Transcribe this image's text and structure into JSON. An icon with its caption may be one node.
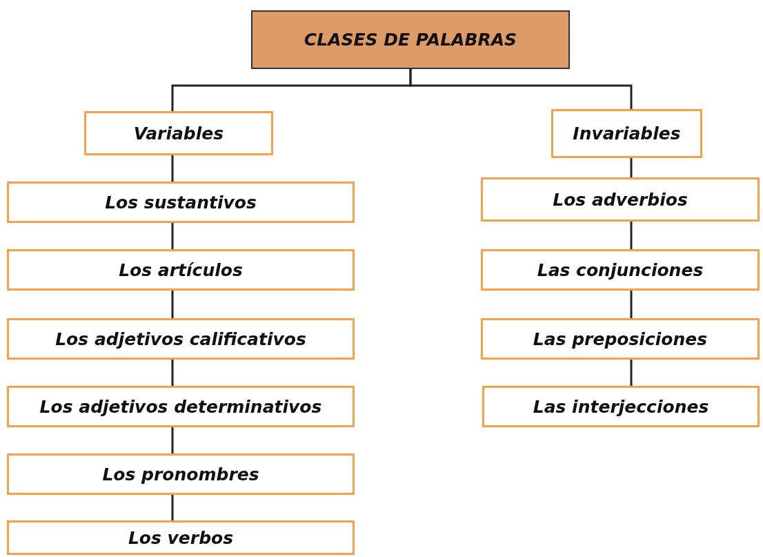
{
  "diagram": {
    "nodes": [
      {
        "text": [
          "CLASES DE PALABRAS"
        ]
      },
      {
        "text": [
          "Variables"
        ]
      },
      {
        "text": [
          "Invariables"
        ]
      },
      {
        "text": [
          "Los sustantivos"
        ]
      },
      {
        "text": [
          "Los artículos"
        ]
      },
      {
        "text": [
          "Los adjetivos calificativos"
        ]
      },
      {
        "text": [
          "Los adjetivos determinativos"
        ]
      },
      {
        "text": [
          "Los pronombres"
        ]
      },
      {
        "text": [
          "Los verbos"
        ]
      },
      {
        "text": [
          "Los adverbios"
        ]
      },
      {
        "text": [
          "Las conjunciones"
        ]
      },
      {
        "text": [
          "Las preposiciones"
        ]
      },
      {
        "text": [
          "Las interjecciones"
        ]
      }
    ],
    "edges": [
      {
        "from": 0,
        "to": 1,
        "arrow": "none"
      },
      {
        "from": 0,
        "to": 2,
        "arrow": "none"
      },
      {
        "from": 1,
        "to": 3,
        "arrow": "none"
      },
      {
        "from": 3,
        "to": 4,
        "arrow": "none"
      },
      {
        "from": 4,
        "to": 5,
        "arrow": "none"
      },
      {
        "from": 5,
        "to": 6,
        "arrow": "none"
      },
      {
        "from": 6,
        "to": 7,
        "arrow": "none"
      },
      {
        "from": 7,
        "to": 8,
        "arrow": "none"
      },
      {
        "from": 2,
        "to": 9,
        "arrow": "none"
      },
      {
        "from": 9,
        "to": 10,
        "arrow": "none"
      },
      {
        "from": 10,
        "to": 11,
        "arrow": "none"
      },
      {
        "from": 11,
        "to": 12,
        "arrow": "none"
      }
    ]
  }
}
